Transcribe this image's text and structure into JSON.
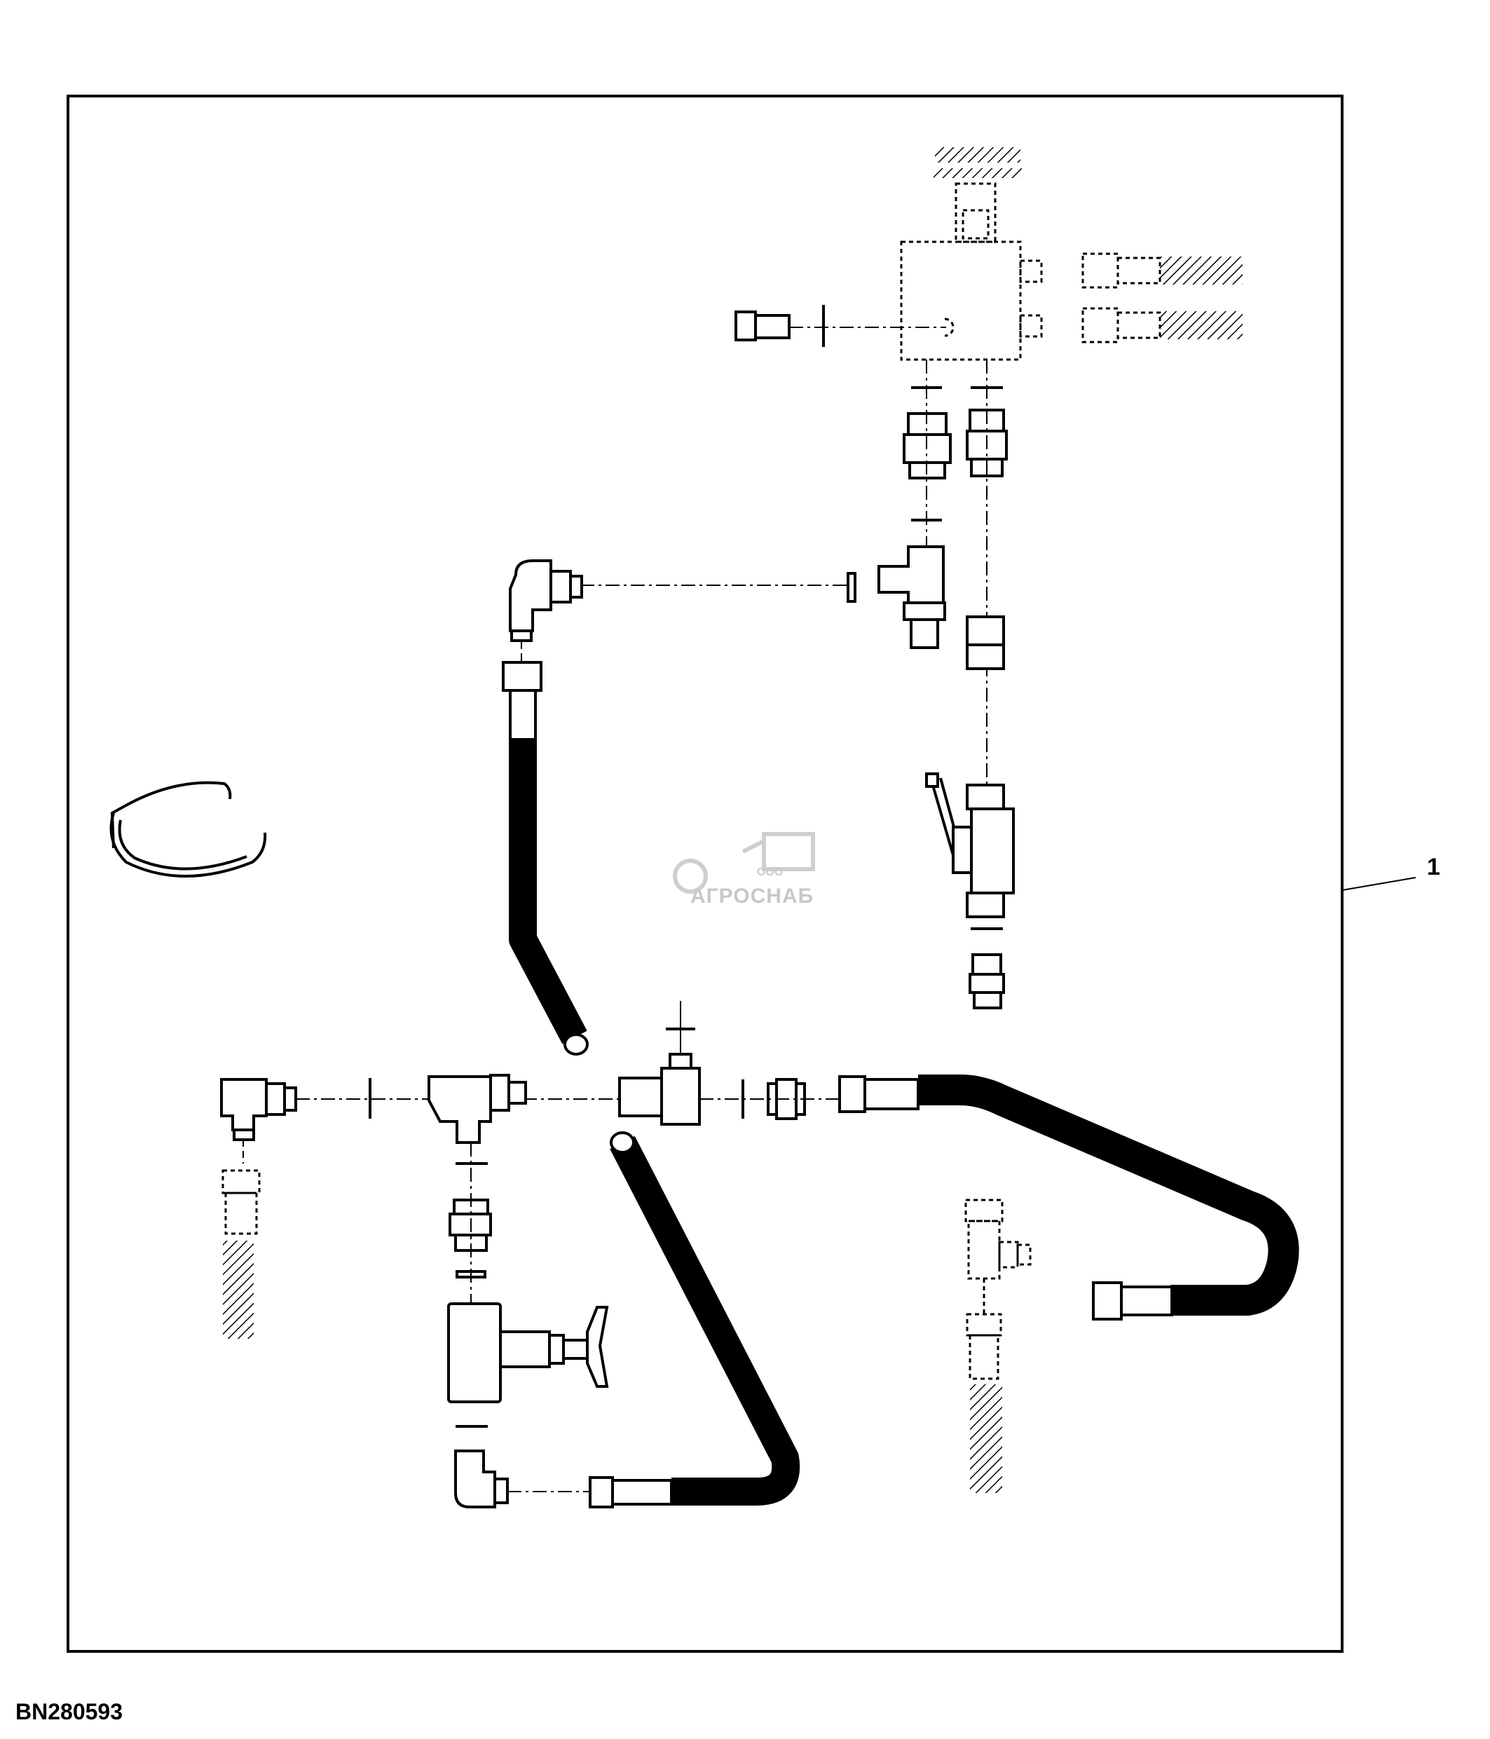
{
  "callout": {
    "label": "1"
  },
  "figure": {
    "id": "BN280593"
  },
  "watermark": {
    "brand": "АГРОСНАБ",
    "prefix": "ООО"
  }
}
